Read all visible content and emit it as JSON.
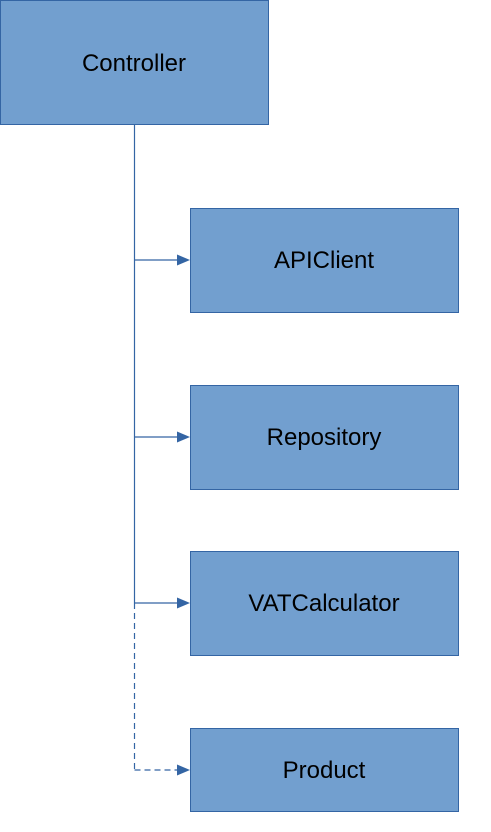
{
  "diagram": {
    "root": {
      "label": "Controller"
    },
    "children": [
      {
        "label": "APIClient",
        "edge_style": "solid"
      },
      {
        "label": "Repository",
        "edge_style": "solid"
      },
      {
        "label": "VATCalculator",
        "edge_style": "solid"
      },
      {
        "label": "Product",
        "edge_style": "dashed"
      }
    ],
    "colors": {
      "node_fill": "#729fcf",
      "node_border": "#3465a4",
      "edge": "#3465a4",
      "label": "#000000"
    }
  }
}
